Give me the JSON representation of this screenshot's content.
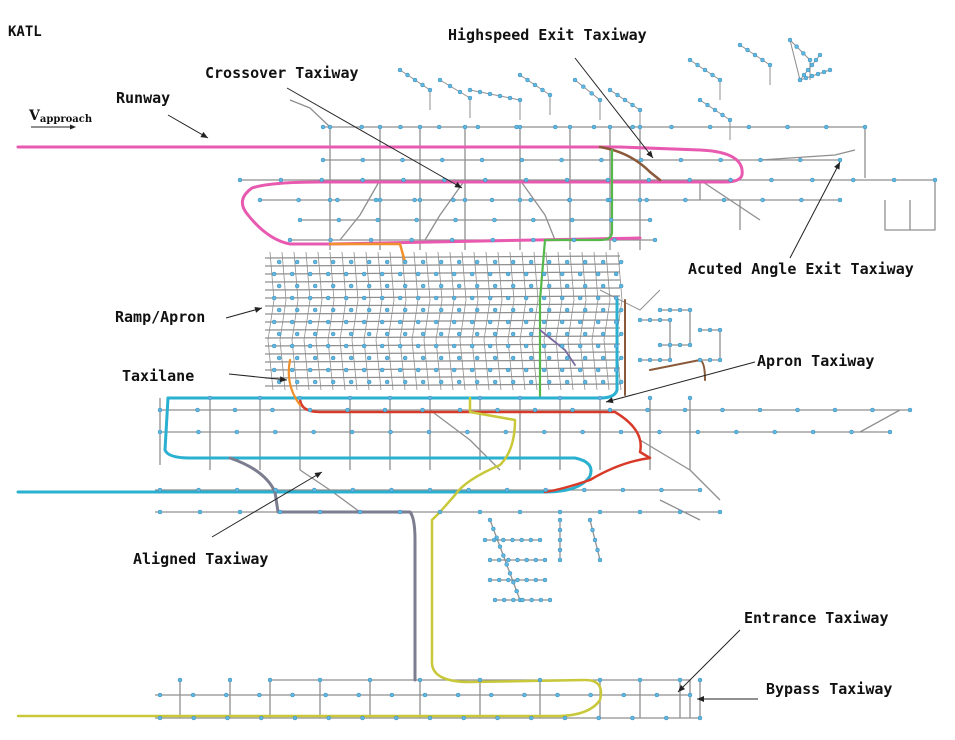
{
  "airport_code": "KATL",
  "approach": {
    "symbol": "V",
    "subscript": "approach"
  },
  "labels": {
    "runway": "Runway",
    "crossover": "Crossover Taxiway",
    "highspeed": "Highspeed Exit Taxiway",
    "acute": "Acuted Angle Exit Taxiway",
    "ramp": "Ramp/Apron",
    "taxilane": "Taxilane",
    "apron_taxiway": "Apron Taxiway",
    "aligned": "Aligned Taxiway",
    "entrance": "Entrance Taxiway",
    "bypass": "Bypass Taxiway"
  },
  "colors": {
    "background": "#ffffff",
    "taxiway_edge": "#8f8f8f",
    "node": "#5fb8e0",
    "node_stroke": "#2c7fb0",
    "runway_magenta": "#e85ab0",
    "route_cyan": "#2ab0d0",
    "route_red": "#d83a2a",
    "route_yellow": "#c8c83a",
    "route_green": "#55b84a",
    "route_orange": "#f0902a",
    "route_brown": "#8a5a3a",
    "route_purple": "#7a6aa0",
    "route_slate": "#7d7d90",
    "arrow": "#222222"
  }
}
